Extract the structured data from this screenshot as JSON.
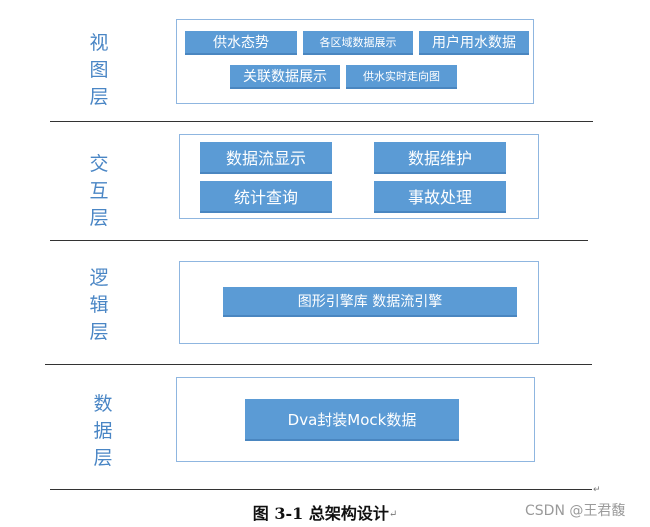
{
  "layers": [
    {
      "label": [
        "视",
        "图",
        "层"
      ],
      "boxes": [
        "供水态势",
        "各区域数据展示",
        "用户用水数据",
        "关联数据展示",
        "供水实时走向图"
      ]
    },
    {
      "label": [
        "交",
        "互",
        "层"
      ],
      "boxes": [
        "数据流显示",
        "数据维护",
        "统计查询",
        "事故处理"
      ]
    },
    {
      "label": [
        "逻",
        "辑",
        "层"
      ],
      "boxes": [
        "图形引擎库 数据流引擎"
      ]
    },
    {
      "label": [
        "数",
        "据",
        "层"
      ],
      "boxes": [
        "Dva封装Mock数据"
      ]
    }
  ],
  "caption": "图 3-1  总架构设计",
  "return_mark": "↵",
  "watermark": "CSDN @王君馥"
}
